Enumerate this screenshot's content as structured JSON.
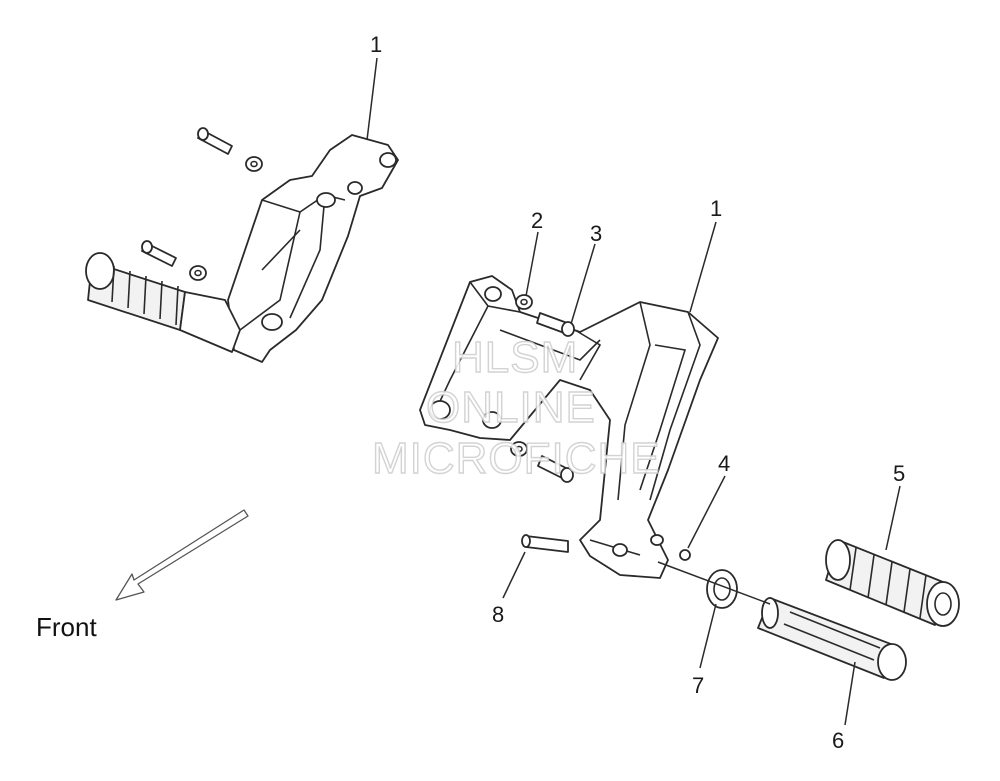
{
  "diagram": {
    "callouts": {
      "c1a": "1",
      "c1b": "1",
      "c2": "2",
      "c3": "3",
      "c4": "4",
      "c5": "5",
      "c6": "6",
      "c7": "7",
      "c8": "8"
    },
    "direction_label": "Front",
    "watermark": {
      "line1": "HLSM",
      "line2": "ONLINE",
      "line3": "MICROFICHE"
    }
  }
}
